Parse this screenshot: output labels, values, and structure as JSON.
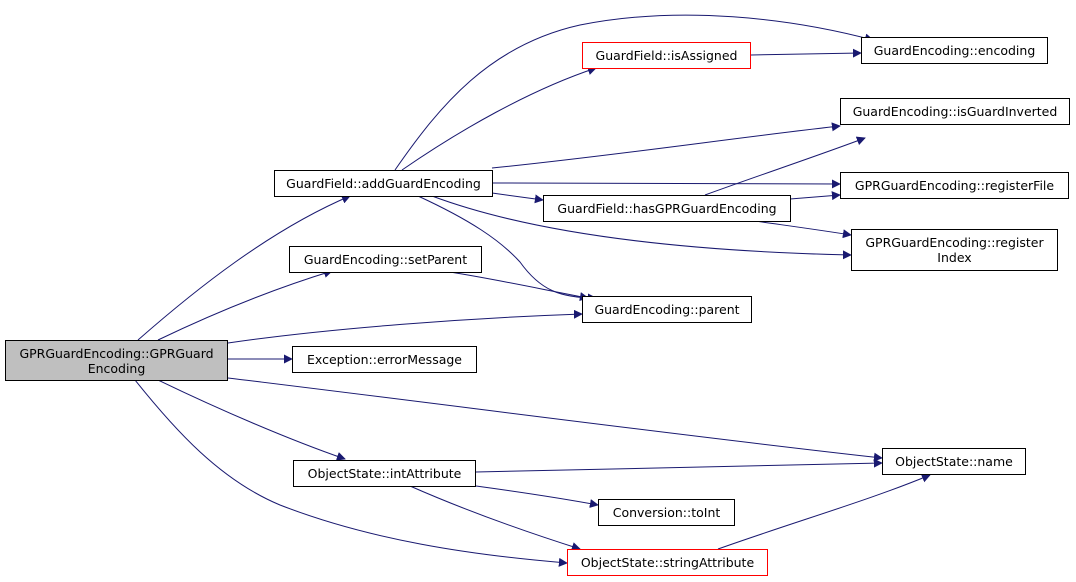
{
  "colors": {
    "edge": "#191970",
    "node_border": "#000000",
    "node_border_red": "#ff0000",
    "root_fill": "#bfbfbf"
  },
  "nodes": {
    "root": "GPRGuardEncoding::GPRGuard\nEncoding",
    "add_guard_encoding": "GuardField::addGuardEncoding",
    "is_assigned": "GuardField::isAssigned",
    "encoding": "GuardEncoding::encoding",
    "is_guard_inverted": "GuardEncoding::isGuardInverted",
    "register_file": "GPRGuardEncoding::registerFile",
    "has_gpr_guard_encoding": "GuardField::hasGPRGuardEncoding",
    "register_index": "GPRGuardEncoding::register\nIndex",
    "set_parent": "GuardEncoding::setParent",
    "parent": "GuardEncoding::parent",
    "error_message": "Exception::errorMessage",
    "name": "ObjectState::name",
    "int_attribute": "ObjectState::intAttribute",
    "to_int": "Conversion::toInt",
    "string_attribute": "ObjectState::stringAttribute"
  }
}
